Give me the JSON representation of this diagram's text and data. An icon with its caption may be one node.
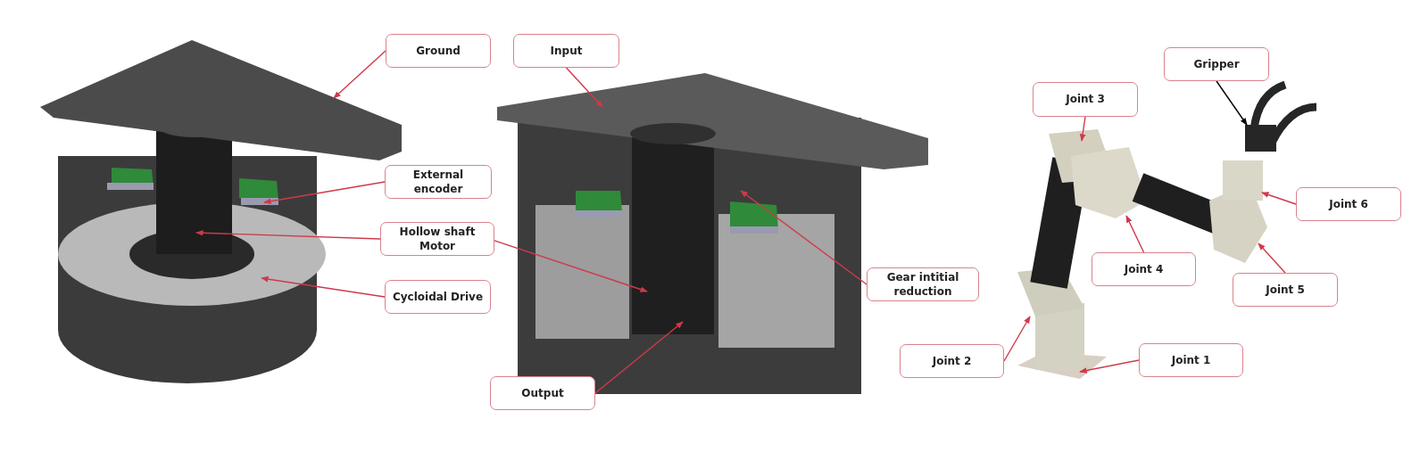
{
  "diagram": {
    "nodes": [
      {
        "text": [
          "Ground"
        ]
      },
      {
        "text": [
          "Input"
        ]
      },
      {
        "text": [
          "External encoder"
        ]
      },
      {
        "text": [
          "Hollow shaft Motor"
        ]
      },
      {
        "text": [
          "Cycloidal Drive"
        ]
      },
      {
        "text": [
          "Gear intitial reduction"
        ]
      },
      {
        "text": [
          "Output"
        ]
      },
      {
        "text": [
          "Gripper"
        ]
      },
      {
        "text": [
          "Joint 3"
        ]
      },
      {
        "text": [
          "Joint 6"
        ]
      },
      {
        "text": [
          "Joint 4"
        ]
      },
      {
        "text": [
          "Joint 5"
        ]
      },
      {
        "text": [
          "Joint 2"
        ]
      },
      {
        "text": [
          "Joint 1"
        ]
      }
    ],
    "edges": [
      {
        "from": 0,
        "to": null,
        "arrow": "to"
      },
      {
        "from": 1,
        "to": null,
        "arrow": "to"
      },
      {
        "from": 2,
        "to": null,
        "arrow": "to"
      },
      {
        "from": 3,
        "to": null,
        "arrow": "to"
      },
      {
        "from": 3,
        "to": null,
        "arrow": "to"
      },
      {
        "from": 4,
        "to": null,
        "arrow": "to"
      },
      {
        "from": 5,
        "to": null,
        "arrow": "to"
      },
      {
        "from": 6,
        "to": null,
        "arrow": "to"
      },
      {
        "from": 7,
        "to": null,
        "arrow": "to",
        "color": "#000000"
      },
      {
        "from": 8,
        "to": null,
        "arrow": "to"
      },
      {
        "from": 9,
        "to": null,
        "arrow": "to"
      },
      {
        "from": 10,
        "to": null,
        "arrow": "to"
      },
      {
        "from": 11,
        "to": null,
        "arrow": "to"
      },
      {
        "from": 12,
        "to": null,
        "arrow": "to"
      },
      {
        "from": 13,
        "to": null,
        "arrow": "to"
      }
    ]
  }
}
